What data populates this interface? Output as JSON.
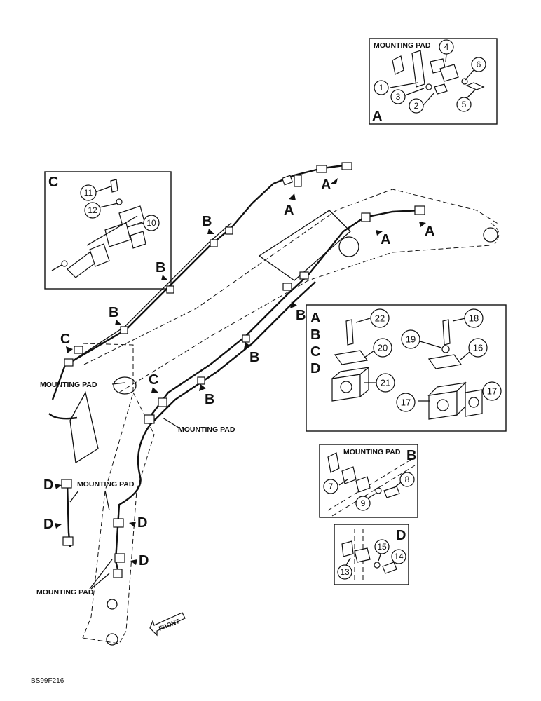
{
  "figure_code": "BS99F216",
  "front_label": "FRONT",
  "mounting_pad_label": "MOUNTING PAD",
  "detail_letters": {
    "a": "A",
    "b": "B",
    "c": "C",
    "d": "D"
  },
  "part_numbers": {
    "p1": "1",
    "p2": "2",
    "p3": "3",
    "p4": "4",
    "p5": "5",
    "p6": "6",
    "p7": "7",
    "p8": "8",
    "p9": "9",
    "p10": "10",
    "p11": "11",
    "p12": "12",
    "p13": "13",
    "p14": "14",
    "p15": "15",
    "p16": "16",
    "p17": "17",
    "p18": "18",
    "p19": "19",
    "p20": "20",
    "p21": "21",
    "p22": "22"
  }
}
